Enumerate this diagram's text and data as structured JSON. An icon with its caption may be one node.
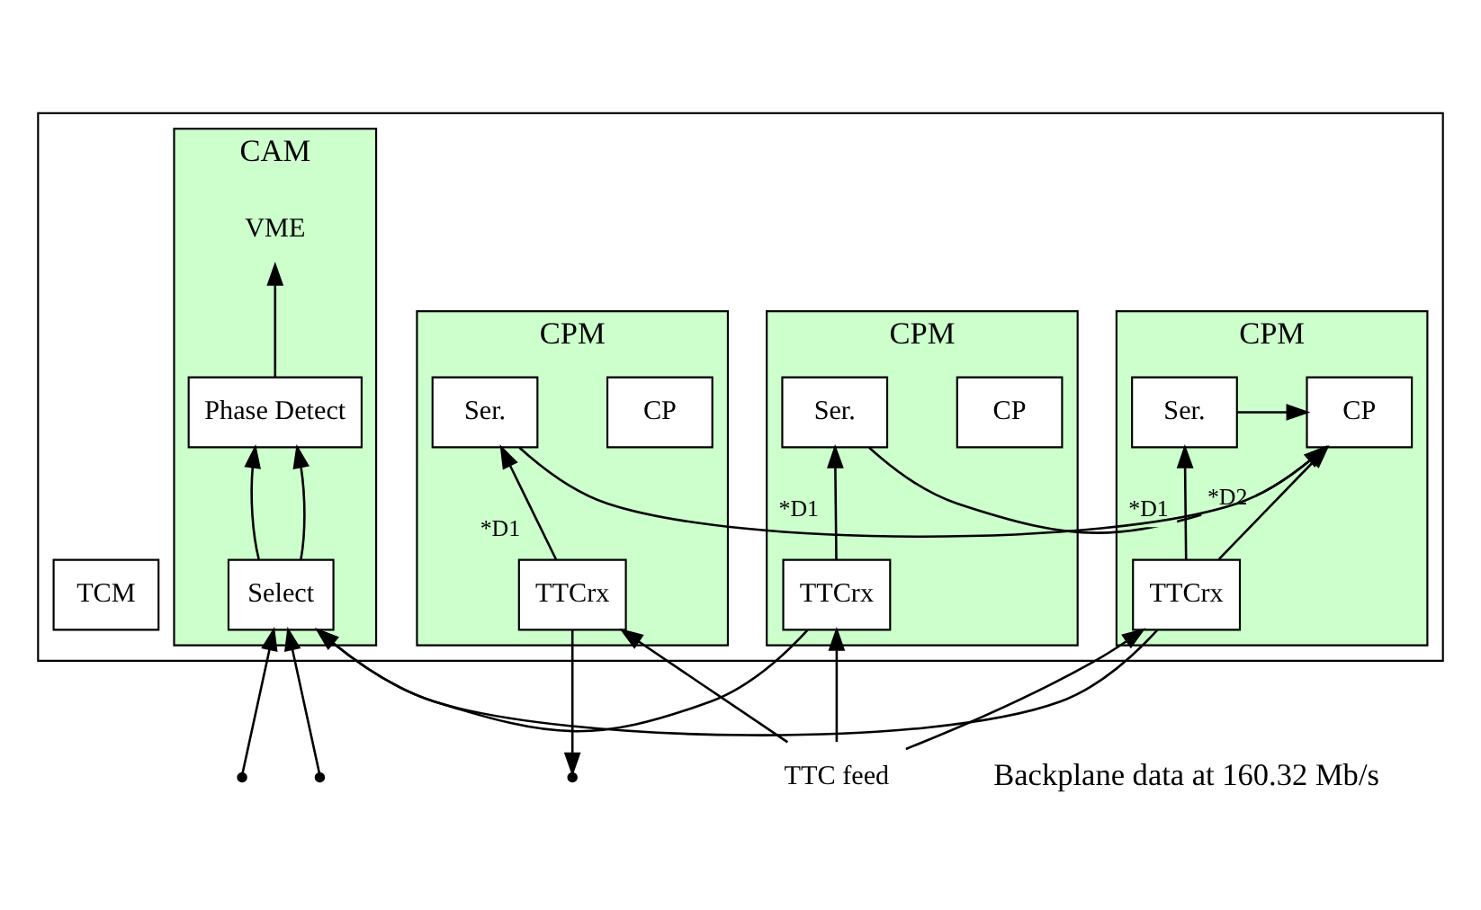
{
  "diagram": {
    "nodes": [
      {
        "text": [],
        "shape": "box"
      },
      {
        "text": [
          "CAM"
        ],
        "in": 0
      },
      {
        "text": [
          "VME"
        ],
        "in": 1
      },
      {
        "text": [
          "Phase Detect"
        ],
        "in": 1
      },
      {
        "text": [
          "Select"
        ],
        "in": 1
      },
      {
        "text": [
          "CPM"
        ],
        "in": 0
      },
      {
        "text": [
          "Ser."
        ],
        "in": 5
      },
      {
        "text": [
          "CP"
        ],
        "in": 5
      },
      {
        "text": [
          "TTCrx"
        ],
        "in": 5
      },
      {
        "text": [
          "CPM"
        ],
        "in": 0
      },
      {
        "text": [
          "Ser."
        ],
        "in": 9
      },
      {
        "text": [
          "CP"
        ],
        "in": 9
      },
      {
        "text": [
          "TTCrx"
        ],
        "in": 9
      },
      {
        "text": [
          "CPM"
        ],
        "in": 0
      },
      {
        "text": [
          "Ser."
        ],
        "in": 13
      },
      {
        "text": [
          "CP"
        ],
        "in": 13
      },
      {
        "text": [
          "TTCrx"
        ],
        "in": 13
      },
      {
        "text": [
          "TCM"
        ],
        "in": 0
      },
      {
        "text": [
          "TTC feed"
        ]
      }
    ],
    "edges": [
      {
        "from": 3,
        "to": 2,
        "arrow": "to"
      },
      {
        "from": 4,
        "to": 3,
        "arrow": "to"
      },
      {
        "from": 4,
        "to": 3,
        "arrow": "to"
      },
      {
        "from": 6,
        "to": 11,
        "arrow": "to"
      },
      {
        "from": 10,
        "to": 11,
        "arrow": "to"
      },
      {
        "from": 14,
        "to": 11,
        "arrow": "to"
      },
      {
        "from": 8,
        "to": 6,
        "arrow": "to",
        "label": "*D1"
      },
      {
        "from": 12,
        "to": 10,
        "arrow": "to",
        "label": "*D1"
      },
      {
        "from": 12,
        "to": 11,
        "arrow": "to",
        "label": "*D2"
      },
      {
        "from": 16,
        "to": 14,
        "arrow": "to",
        "label": "*D1"
      },
      {
        "from": 18,
        "to": 16,
        "arrow": "to"
      },
      {
        "from": 18,
        "to": 12,
        "arrow": "to"
      },
      {
        "from": 18,
        "to": 8,
        "arrow": "to"
      },
      {
        "from": null,
        "to": 4,
        "arrow": "to"
      },
      {
        "from": null,
        "to": 4,
        "arrow": "to"
      },
      {
        "from": 12,
        "to": 4,
        "arrow": "to"
      },
      {
        "from": 8,
        "to": 4,
        "arrow": "to"
      },
      {
        "from": 16,
        "to": null,
        "arrow": "to"
      }
    ],
    "labels": [
      "Backplane data at 160.32 Mb/s"
    ]
  }
}
